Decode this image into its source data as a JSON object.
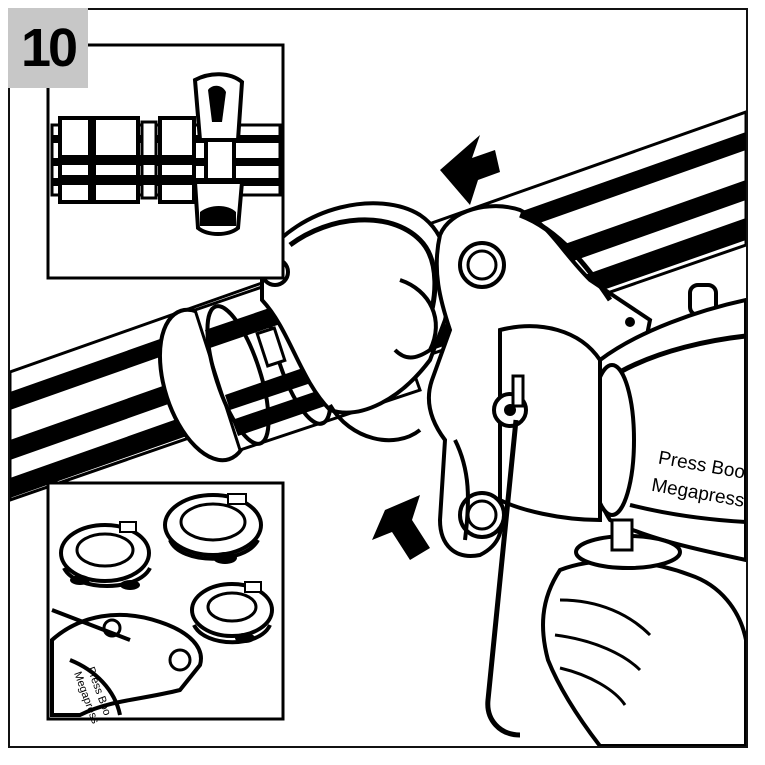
{
  "step": {
    "number": "10"
  },
  "tool_label": {
    "line1": "Press Boo",
    "line2": "Megapress"
  },
  "inset_tool_label": {
    "line1": "Press Boo",
    "line2": "Megapress"
  },
  "colors": {
    "ink": "#000000",
    "paper": "#ffffff",
    "badge": "#c7c7c7"
  },
  "icons": {
    "top_arrow": "arrow-down-left-icon",
    "bottom_arrow": "arrow-up-right-icon"
  }
}
